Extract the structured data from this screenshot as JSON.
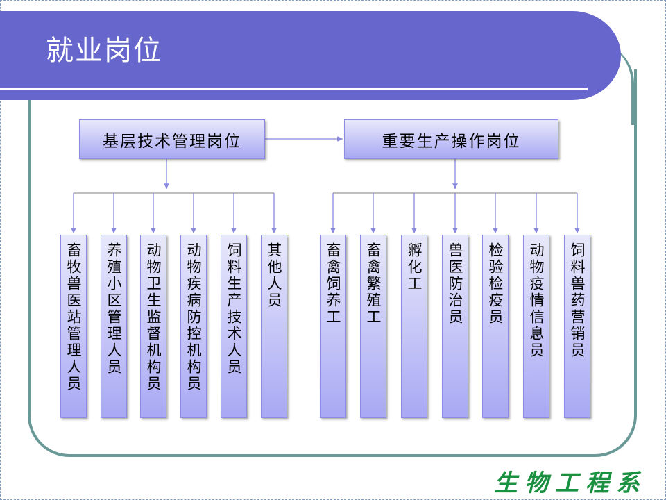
{
  "title": "就业岗位",
  "top_boxes": [
    "基层技术管理岗位",
    "重要生产操作岗位"
  ],
  "left_leaves": [
    "畜牧兽医站管理人员",
    "养殖小区管理人员",
    "动物卫生监督机构员",
    "动物疾病防控机构员",
    "饲料生产技术人员",
    "其他人员"
  ],
  "right_leaves": [
    "畜禽饲养工",
    "畜禽繁殖工",
    "孵化工",
    "兽医防治员",
    "检验检疫员",
    "动物疫情信息员",
    "饲料兽药营销员"
  ],
  "footer": "生物工程系",
  "colors": {
    "header": "#6666cc",
    "frame": "#6a9a98",
    "box_border": "#8c8ce6",
    "footer": "#1a9140"
  }
}
